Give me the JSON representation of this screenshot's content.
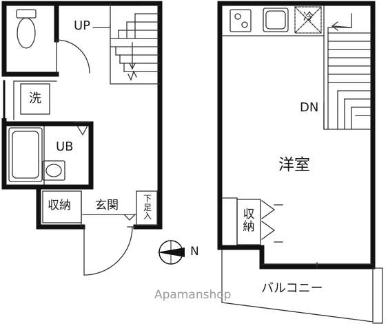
{
  "floor_lower": {
    "stair_label": "UP",
    "laundry_label": "洗",
    "bath_label": "UB",
    "storage_label": "収納",
    "entrance_label": "玄関",
    "shoe_box_chars": [
      "下",
      "足",
      "入"
    ]
  },
  "floor_upper": {
    "fridge_label": "冷",
    "stair_label": "DN",
    "room_label": "洋室",
    "storage_chars": [
      "収",
      "納"
    ],
    "balcony_label": "バルコニー"
  },
  "compass": {
    "north_label": "N"
  },
  "watermark": "Apamanshop",
  "colors": {
    "wall": "#111111",
    "line": "#333333",
    "watermark": "#9a9a9a"
  }
}
